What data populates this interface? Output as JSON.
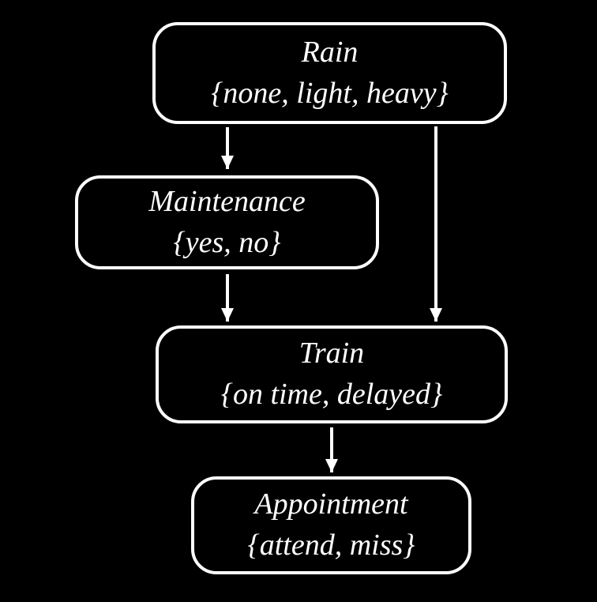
{
  "colors": {
    "background": "#000000",
    "node_border": "#ffffff",
    "node_fill": "#000000",
    "text": "#ffffff",
    "arrow": "#ffffff"
  },
  "diagram": {
    "nodes": {
      "rain": {
        "label": "Rain",
        "values": "{none, light, heavy}"
      },
      "maintenance": {
        "label": "Maintenance",
        "values": "{yes, no}"
      },
      "train": {
        "label": "Train",
        "values": "{on time, delayed}"
      },
      "appointment": {
        "label": "Appointment",
        "values": "{attend, miss}"
      }
    },
    "edges": [
      {
        "from": "Rain",
        "to": "Maintenance"
      },
      {
        "from": "Rain",
        "to": "Train"
      },
      {
        "from": "Maintenance",
        "to": "Train"
      },
      {
        "from": "Train",
        "to": "Appointment"
      }
    ]
  }
}
